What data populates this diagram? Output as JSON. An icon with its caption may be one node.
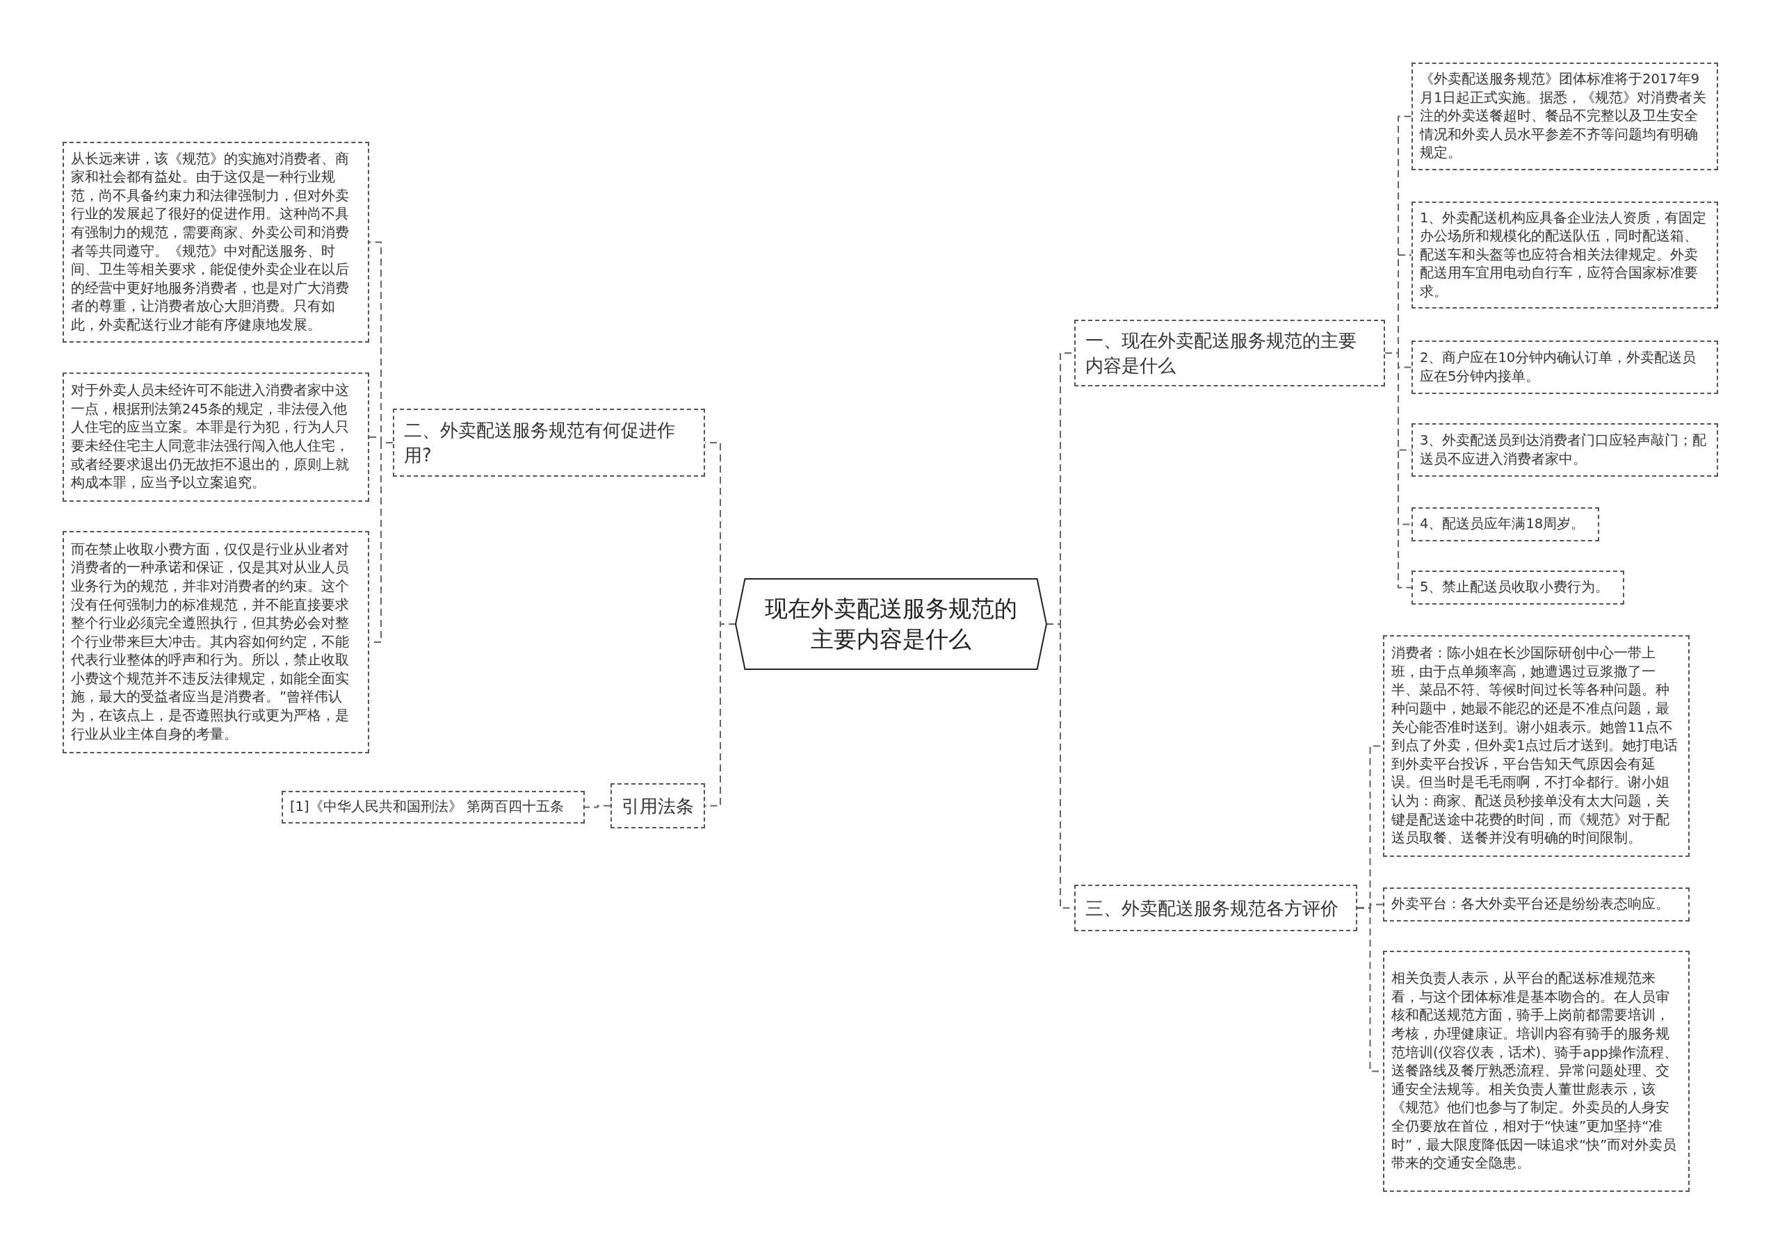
{
  "diagram": {
    "nodes": [
      {
        "text": [
          "现在外卖配送服务规范的主要内容是什么"
        ]
      },
      {
        "text": [
          "一、现在外卖配送服务规范的主要内容是什么"
        ]
      },
      {
        "text": [
          "《外卖配送服务规范》团体标准将于2017年9月1日起正式实施。据悉，《规范》对消费者关注的外卖送餐超时、餐品不完整以及卫生安全情况和外卖人员水平参差不齐等问题均有明确规定。"
        ]
      },
      {
        "text": [
          "1、外卖配送机构应具备企业法人资质，有固定办公场所和规模化的配送队伍，同时配送箱、配送车和头盔等也应符合相关法律规定。外卖配送用车宜用电动自行车，应符合国家标准要求。"
        ]
      },
      {
        "text": [
          "2、商户应在10分钟内确认订单，外卖配送员应在5分钟内接单。"
        ]
      },
      {
        "text": [
          "3、外卖配送员到达消费者门口应轻声敲门；配送员不应进入消费者家中。"
        ]
      },
      {
        "text": [
          "4、配送员应年满18周岁。"
        ]
      },
      {
        "text": [
          "5、禁止配送员收取小费行为。"
        ]
      },
      {
        "text": [
          "三、外卖配送服务规范各方评价"
        ]
      },
      {
        "text": [
          "消费者：陈小姐在长沙国际研创中心一带上班，由于点单频率高，她遭遇过豆浆撒了一半、菜品不符、等候时间过长等各种问题。种种问题中，她最不能忍的还是不准点问题，最关心能否准时送到。谢小姐表示。她曾11点不到点了外卖，但外卖1点过后才送到。她打电话到外卖平台投诉，平台告知天气原因会有延误。但当时是毛毛雨啊，不打伞都行。谢小姐认为：商家、配送员秒接单没有太大问题，关键是配送途中花费的时间，而《规范》对于配送员取餐、送餐并没有明确的时间限制。"
        ]
      },
      {
        "text": [
          "外卖平台：各大外卖平台还是纷纷表态响应。"
        ]
      },
      {
        "text": [
          "相关负责人表示，从平台的配送标准规范来看，与这个团体标准是基本吻合的。在人员审核和配送规范方面，骑手上岗前都需要培训，考核，办理健康证。培训内容有骑手的服务规范培训(仪容仪表，话术)、骑手app操作流程、送餐路线及餐厅熟悉流程、异常问题处理、交通安全法规等。相关负责人董世彪表示，该《规范》他们也参与了制定。外卖员的人身安全仍要放在首位，相对于“快速”更加坚持“准时”，最大限度降低因一味追求“快”而对外卖员带来的交通安全隐患。"
        ]
      },
      {
        "text": [
          "二、外卖配送服务规范有何促进作用?"
        ]
      },
      {
        "text": [
          "从长远来讲，该《规范》的实施对消费者、商家和社会都有益处。由于这仅是一种行业规范，尚不具备约束力和法律强制力，但对外卖行业的发展起了很好的促进作用。这种尚不具有强制力的规范，需要商家、外卖公司和消费者等共同遵守。《规范》中对配送服务、时间、卫生等相关要求，能促使外卖企业在以后的经营中更好地服务消费者，也是对广大消费者的尊重，让消费者放心大胆消费。只有如此，外卖配送行业才能有序健康地发展。"
        ]
      },
      {
        "text": [
          "对于外卖人员未经许可不能进入消费者家中这一点，根据刑法第245条的规定，非法侵入他人住宅的应当立案。本罪是行为犯，行为人只要未经住宅主人同意非法强行闯入他人住宅，或者经要求退出仍无故拒不退出的，原则上就构成本罪，应当予以立案追究。"
        ]
      },
      {
        "text": [
          "而在禁止收取小费方面，仅仅是行业从业者对消费者的一种承诺和保证，仅是其对从业人员业务行为的规范，并非对消费者的约束。这个没有任何强制力的标准规范，并不能直接要求整个行业必须完全遵照执行，但其势必会对整个行业带来巨大冲击。其内容如何约定，不能代表行业整体的呼声和行为。所以，禁止收取小费这个规范并不违反法律规定，如能全面实施，最大的受益者应当是消费者。”曾祥伟认为，在该点上，是否遵照执行或更为严格，是行业从业主体自身的考量。"
        ]
      },
      {
        "text": [
          "引用法条"
        ]
      },
      {
        "text": [
          "[1]《中华人民共和国刑法》 第两百四十五条"
        ]
      }
    ],
    "edges": [
      {
        "from": 0,
        "to": 1,
        "arrow": "none"
      },
      {
        "from": 0,
        "to": 8,
        "arrow": "none"
      },
      {
        "from": 0,
        "to": 12,
        "arrow": "none"
      },
      {
        "from": 0,
        "to": 16,
        "arrow": "none"
      },
      {
        "from": 1,
        "to": 2,
        "arrow": "none"
      },
      {
        "from": 1,
        "to": 3,
        "arrow": "none"
      },
      {
        "from": 1,
        "to": 4,
        "arrow": "none"
      },
      {
        "from": 1,
        "to": 5,
        "arrow": "none"
      },
      {
        "from": 1,
        "to": 6,
        "arrow": "none"
      },
      {
        "from": 1,
        "to": 7,
        "arrow": "none"
      },
      {
        "from": 8,
        "to": 9,
        "arrow": "none"
      },
      {
        "from": 8,
        "to": 10,
        "arrow": "none"
      },
      {
        "from": 8,
        "to": 11,
        "arrow": "none"
      },
      {
        "from": 12,
        "to": 13,
        "arrow": "none"
      },
      {
        "from": 12,
        "to": 14,
        "arrow": "none"
      },
      {
        "from": 12,
        "to": 15,
        "arrow": "none"
      },
      {
        "from": 16,
        "to": 17,
        "arrow": "none"
      }
    ]
  }
}
